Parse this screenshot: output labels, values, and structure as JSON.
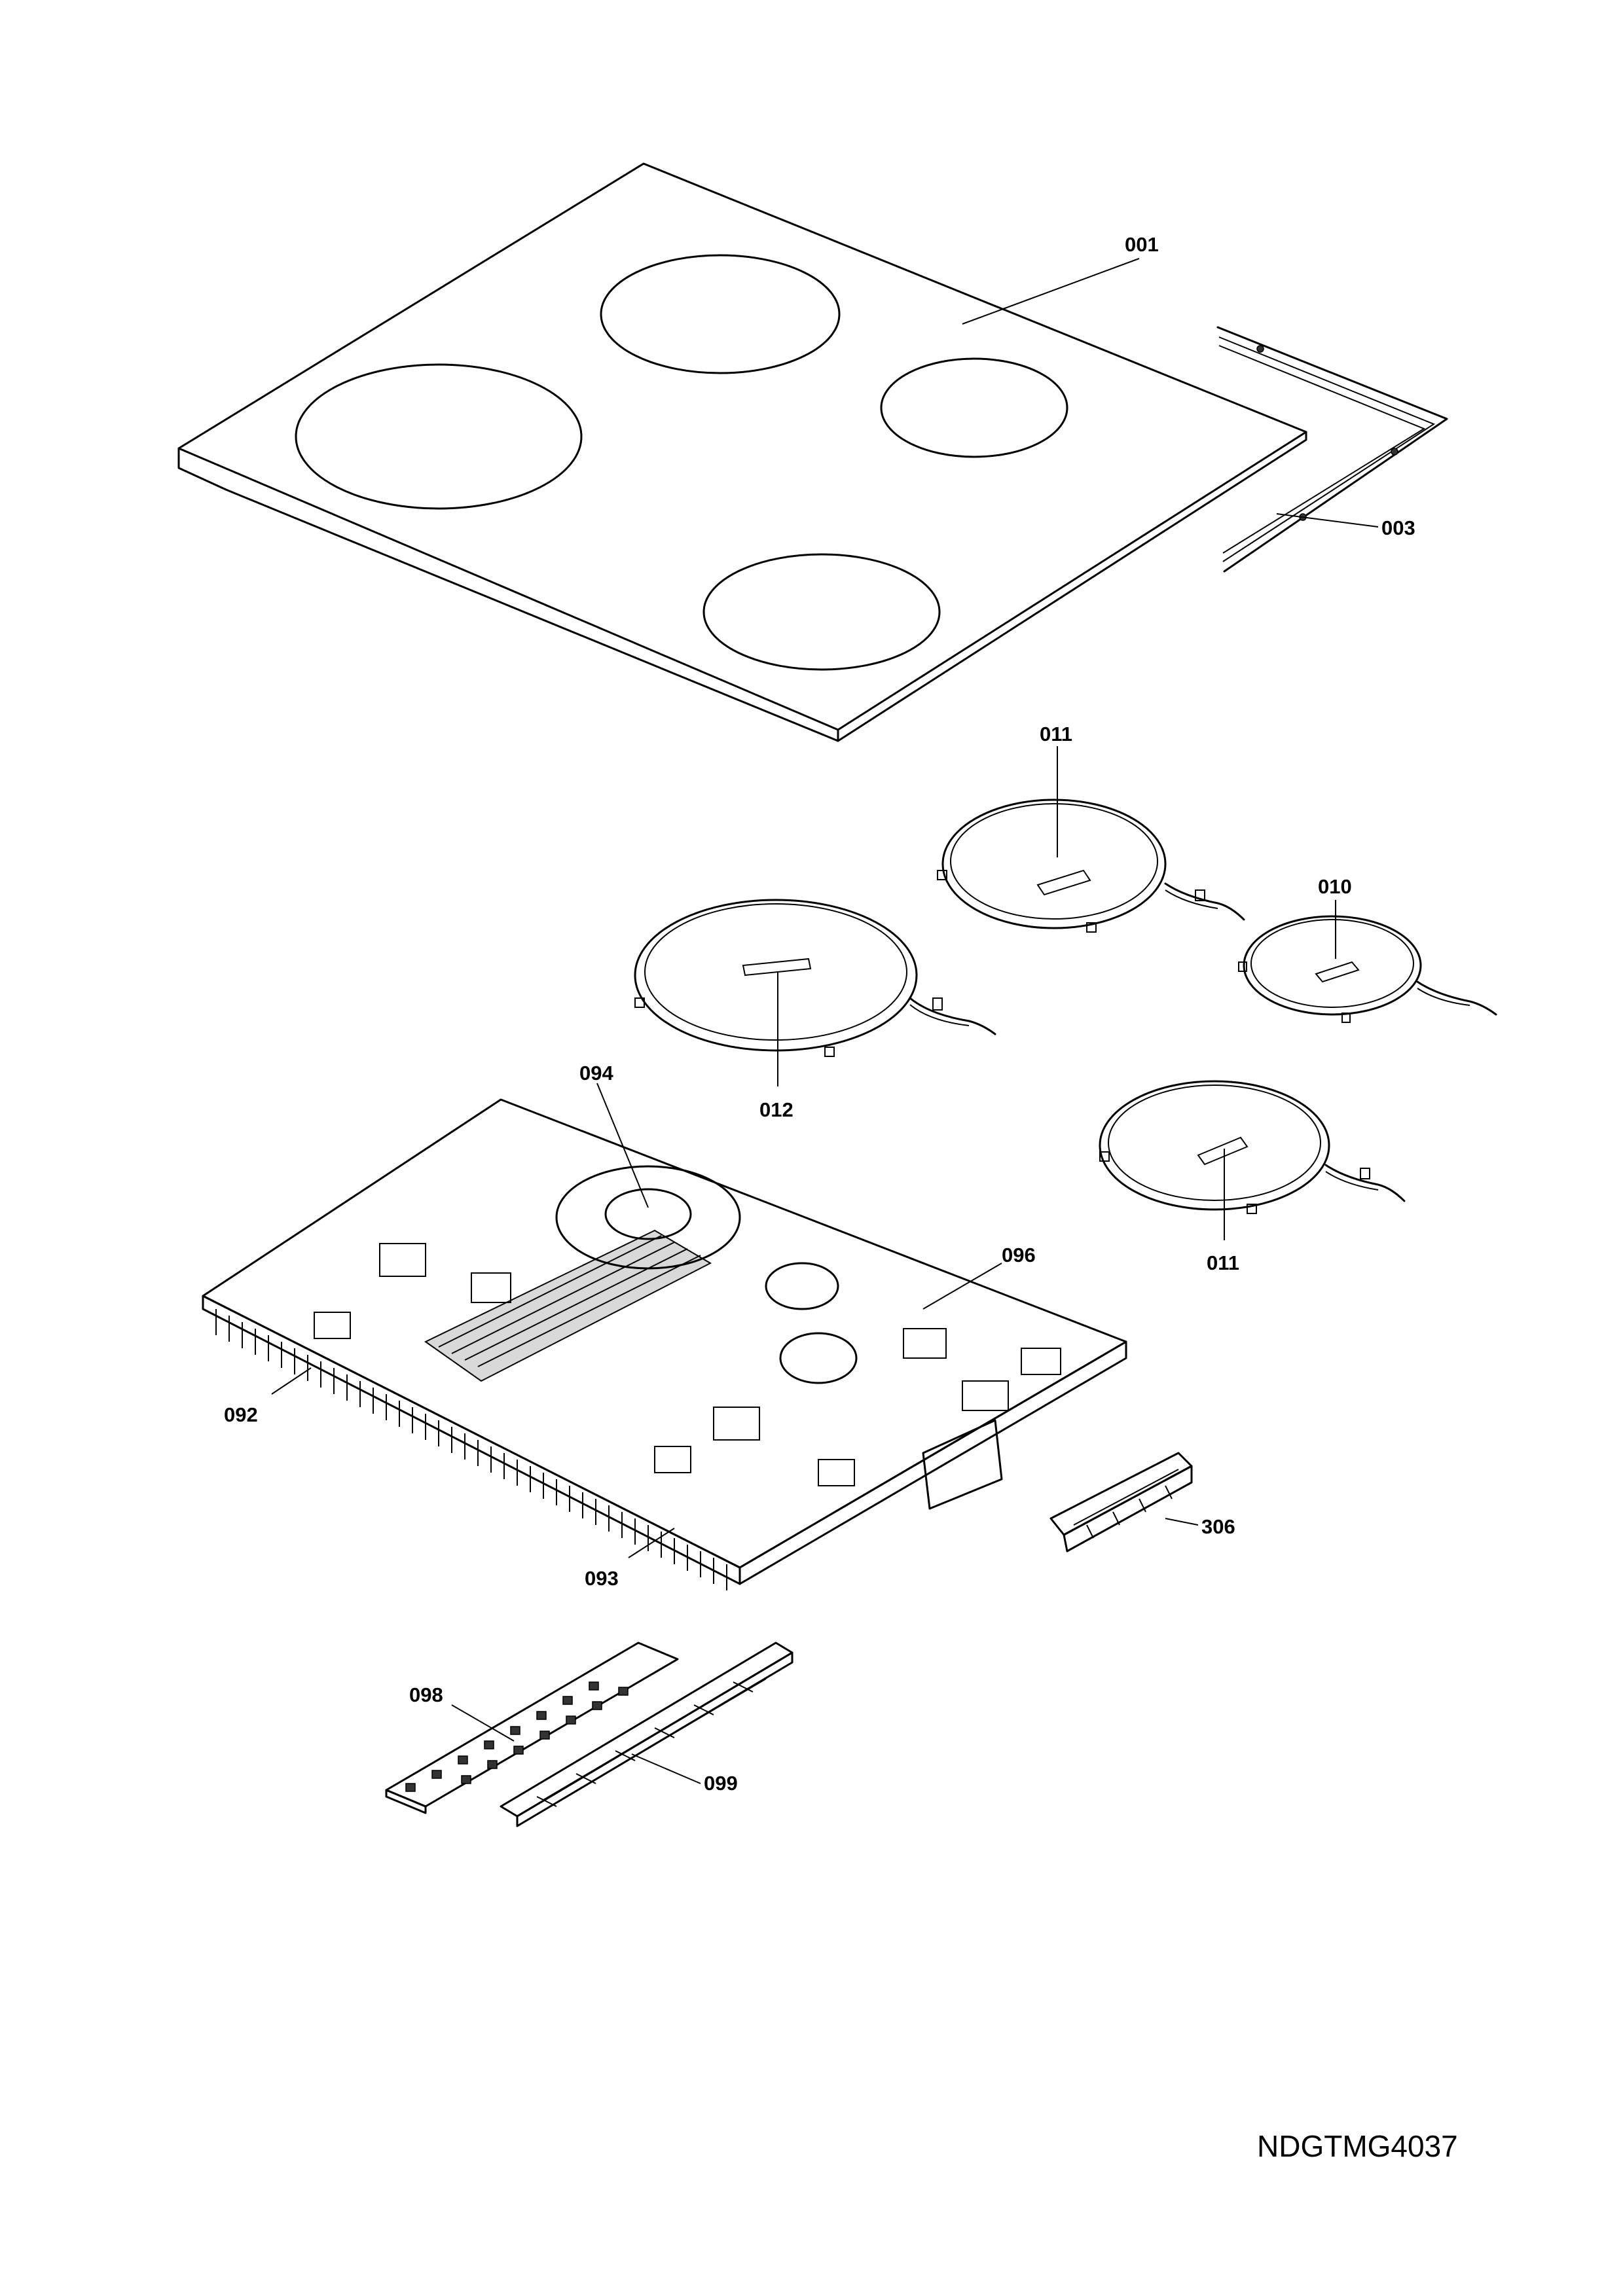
{
  "drawing_code": "NDGTMG4037",
  "labels": {
    "p001": "001",
    "p003": "003",
    "p010": "010",
    "p011a": "011",
    "p011b": "011",
    "p012": "012",
    "p092": "092",
    "p093": "093",
    "p094": "094",
    "p096": "096",
    "p098": "098",
    "p099": "099",
    "p306": "306"
  }
}
